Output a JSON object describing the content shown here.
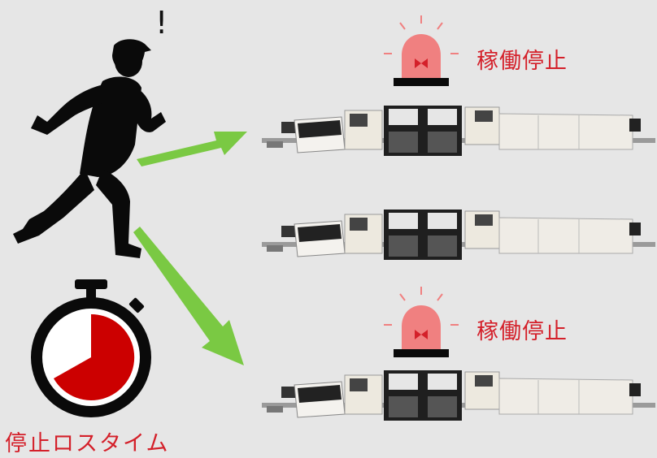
{
  "labels": {
    "exclamation": "!",
    "line1_status": "稼働停止",
    "line3_status": "稼働停止",
    "caption": "停止ロスタイム"
  },
  "colors": {
    "background": "#e6e6e6",
    "alert_red": "#d4202a",
    "beacon_red": "#f08080",
    "arrow_green": "#7ac943",
    "silhouette": "#0a0a0a",
    "timer_red": "#cc0000"
  },
  "icons": {
    "worker": "running-worker-icon",
    "alarm": "rotating-beacon-icon",
    "timer": "stopwatch-icon",
    "machine": "production-line-icon"
  }
}
